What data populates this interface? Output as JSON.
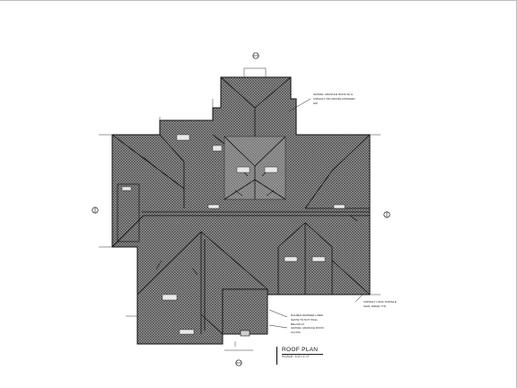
{
  "plan": {
    "title": "ROOF PLAN",
    "scale": "SCALE: 1/4\"=1'-0\""
  },
  "callouts": {
    "top_right": [
      "GRAVEL GRANULE ROOF W/ &",
      "ASPHALT OR GRAVEL-FINISHED",
      "HIP"
    ],
    "right": [
      "ASPHALT LONG SHINGLE",
      "SHIN. RIDGE TYP."
    ],
    "bottom_1": [
      "DOUBLE DRAWER LINES",
      "SHOW TO NOT WALL",
      "BELOW AT"
    ],
    "bottom_2": [
      "GRAVEL GRANULE ROOF",
      "2x4 R/S"
    ]
  },
  "colors": {
    "roof_fill": "#8a8a8a",
    "hatch": "#3a3a3a",
    "outline": "#111111",
    "page": "#ffffff"
  },
  "icons": [
    "north-marker-icon",
    "south-marker-icon",
    "east-marker-icon",
    "west-marker-icon"
  ]
}
